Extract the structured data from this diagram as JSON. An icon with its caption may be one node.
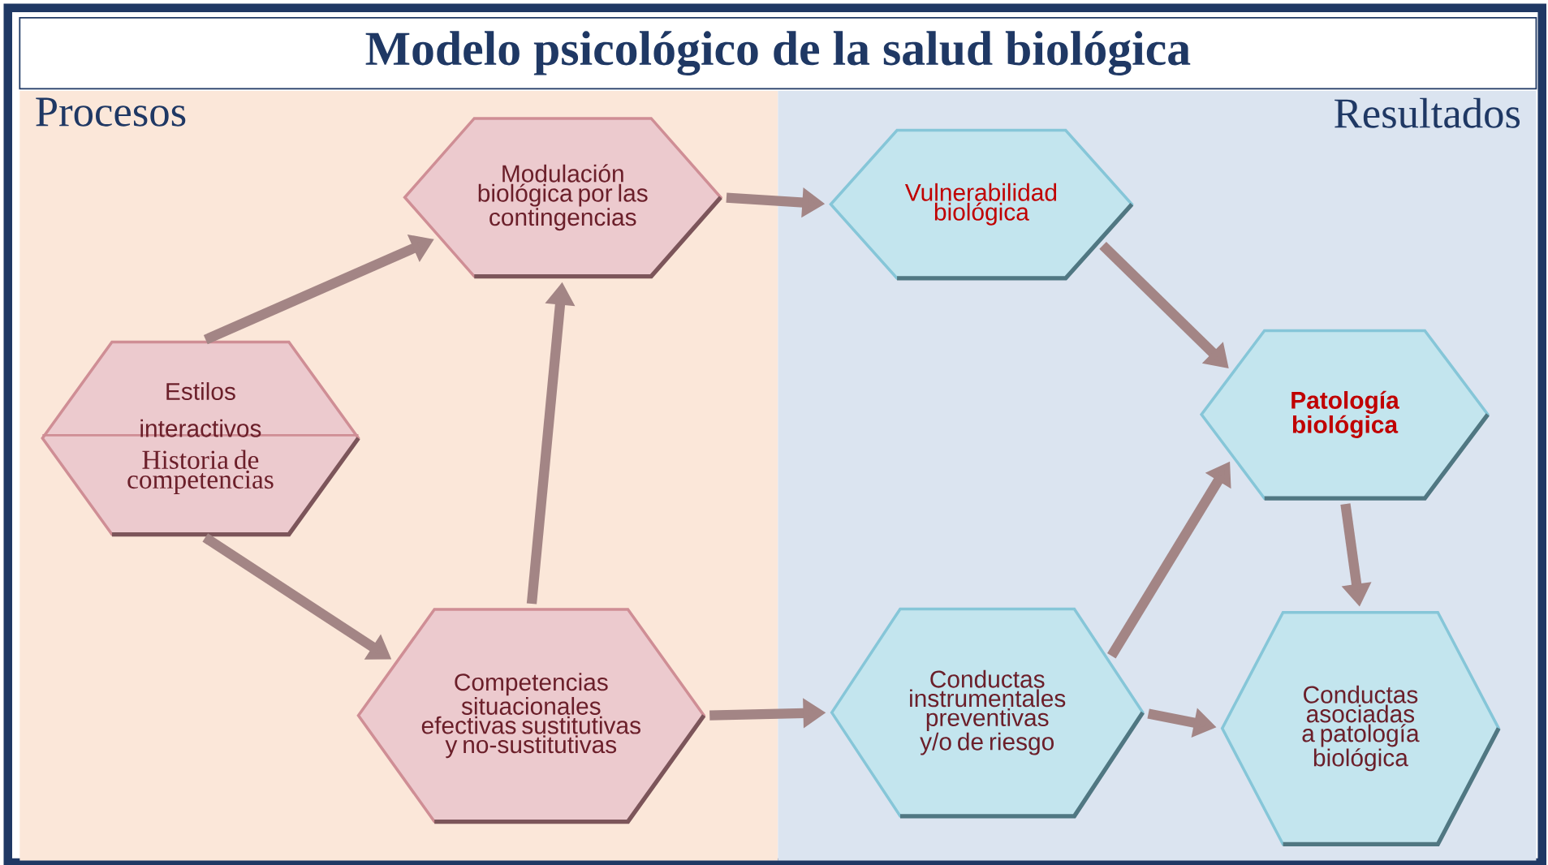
{
  "diagram": {
    "title": "Modelo psicológico de la salud biológica",
    "nodes": [
      {
        "text": [
          "Procesos"
        ]
      },
      {
        "text": [
          "Resultados"
        ]
      },
      {
        "text": [
          "Modulación biológica por las contingencias"
        ],
        "in": 0
      },
      {
        "text": [
          "Estilos interactivos",
          "Historia de competencias"
        ],
        "in": 0
      },
      {
        "text": [
          "Competencias situacionales efectivas sustitutivas y no-sustitutivas"
        ],
        "in": 0
      },
      {
        "text": [
          "Vulnerabilidad biológica"
        ],
        "in": 1
      },
      {
        "text": [
          "Patología biológica"
        ],
        "in": 1
      },
      {
        "text": [
          "Conductas instrumentales preventivas y/o de riesgo"
        ],
        "in": 1
      },
      {
        "text": [
          "Conductas asociadas a patología biológica"
        ],
        "in": 1
      }
    ],
    "edges": [
      {
        "from": 3,
        "to": 2,
        "arrow": "to"
      },
      {
        "from": 3,
        "to": 4,
        "arrow": "to"
      },
      {
        "from": 4,
        "to": 2,
        "arrow": "to"
      },
      {
        "from": 2,
        "to": 5,
        "arrow": "to"
      },
      {
        "from": 4,
        "to": 7,
        "arrow": "to"
      },
      {
        "from": 5,
        "to": 6,
        "arrow": "to"
      },
      {
        "from": 7,
        "to": 6,
        "arrow": "to"
      },
      {
        "from": 7,
        "to": 8,
        "arrow": "to"
      },
      {
        "from": 6,
        "to": 8,
        "arrow": "to"
      }
    ]
  }
}
